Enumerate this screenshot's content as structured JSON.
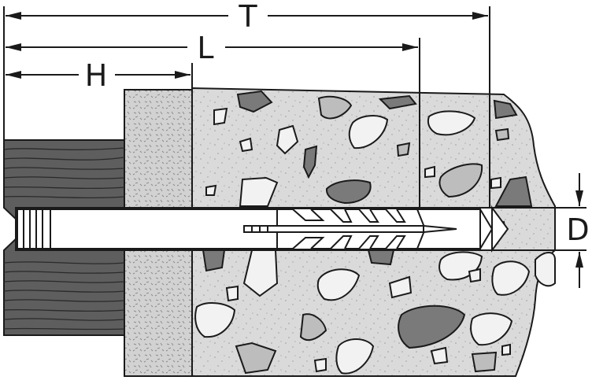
{
  "labels": {
    "total_length": "T",
    "anchor_length": "L",
    "fixture_thickness": "H",
    "diameter": "D"
  },
  "colors": {
    "line": "#1a1a1a",
    "wood": "#5e5e5e",
    "plaster": "#d6d6d6",
    "concrete": "#d9d9d9",
    "stone_light": "#f2f2f2",
    "stone_mid": "#bdbdbd",
    "stone_dark": "#7a7a7a",
    "bore": "#ffffff"
  }
}
